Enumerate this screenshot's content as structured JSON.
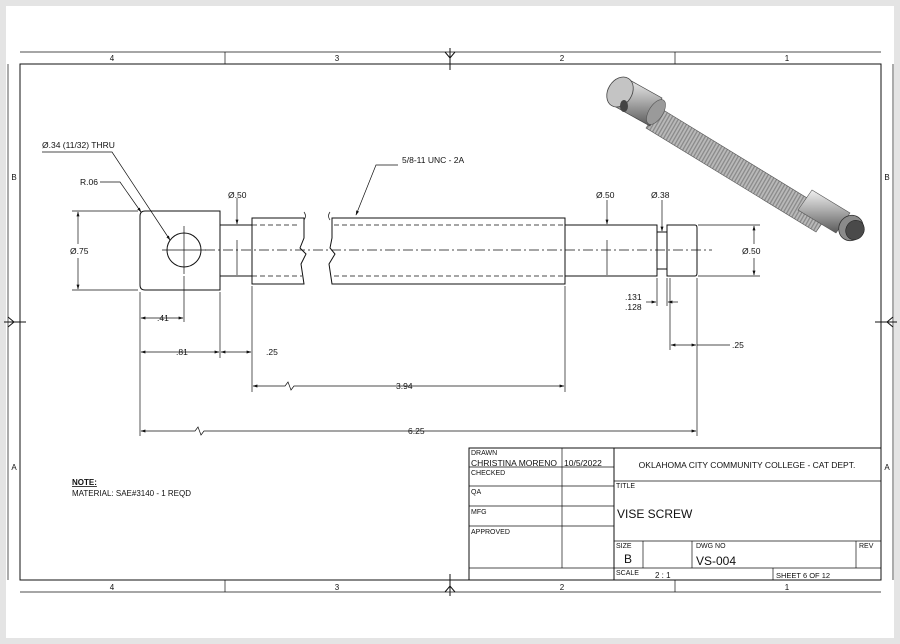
{
  "zones": {
    "top": [
      "4",
      "3",
      "2",
      "1"
    ],
    "bottom": [
      "4",
      "3",
      "2",
      "1"
    ],
    "left": [
      "B",
      "A"
    ],
    "right": [
      "B",
      "A"
    ]
  },
  "callouts": {
    "hole": "Ø.34 (11/32) THRU",
    "radius": "R.06",
    "thread": "5/8-11 UNC - 2A"
  },
  "dimensions": {
    "head_height": "Ø.75",
    "neck_dia": "Ø.50",
    "right_dia_1": "Ø.50",
    "groove_dia": "Ø.38",
    "end_dia": "Ø.50",
    "hole_offset": ".41",
    "head_length": ".81",
    "neck_length": ".25",
    "thread_length": "3.94",
    "overall_length": "6.25",
    "groove_upper": ".131",
    "groove_lower": ".128",
    "end_length": ".25"
  },
  "note": {
    "title": "NOTE:",
    "text": "MATERIAL: SAE#3140 - 1 REQD"
  },
  "title_block": {
    "drawn_label": "DRAWN",
    "drawn_name": "CHRISTINA MORENO",
    "drawn_date": "10/5/2022",
    "checked_label": "CHECKED",
    "qa_label": "QA",
    "mfg_label": "MFG",
    "approved_label": "APPROVED",
    "company": "OKLAHOMA CITY COMMUNITY COLLEGE - CAT DEPT.",
    "title_label": "TITLE",
    "title": "VISE SCREW",
    "size_label": "SIZE",
    "size": "B",
    "dwg_no_label": "DWG NO",
    "dwg_no": "VS-004",
    "rev_label": "REV",
    "scale_label": "SCALE",
    "scale": "2 : 1",
    "sheet": "SHEET 6 OF 12"
  }
}
